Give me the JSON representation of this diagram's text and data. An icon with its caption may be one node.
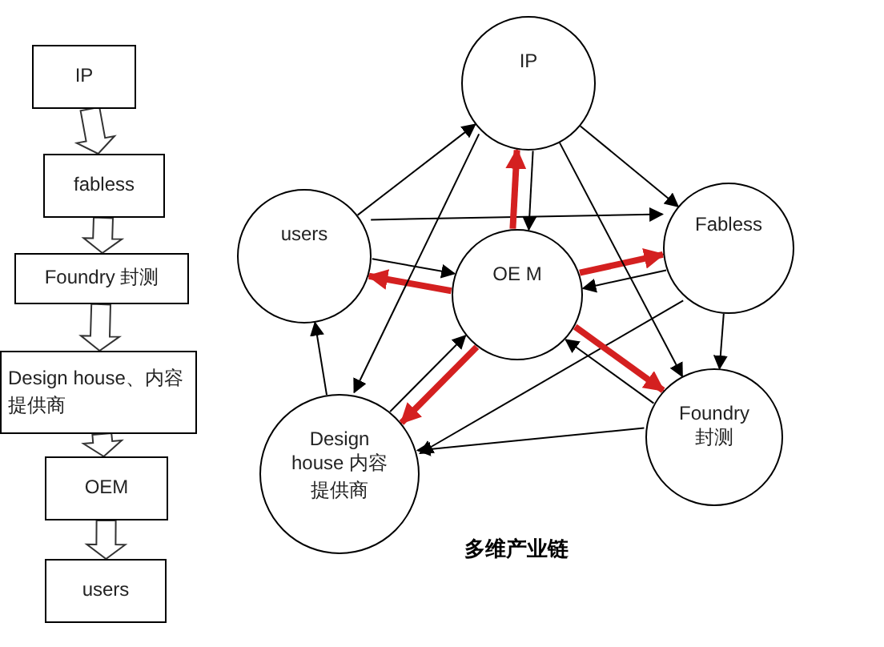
{
  "diagram": {
    "caption": "多维产业链",
    "nodes": [
      {
        "text": [
          "IP"
        ]
      },
      {
        "text": [
          "fabless"
        ]
      },
      {
        "text": [
          "Foundry 封测"
        ]
      },
      {
        "text": [
          "Design house、内容提供商"
        ]
      },
      {
        "text": [
          "OEM"
        ]
      },
      {
        "text": [
          "users"
        ]
      },
      {
        "text": [
          "IP"
        ]
      },
      {
        "text": [
          "users"
        ]
      },
      {
        "text": [
          "Fabless"
        ]
      },
      {
        "text": [
          "OE M"
        ]
      },
      {
        "text": [
          "Design house 内容提供商"
        ]
      },
      {
        "text": [
          "Foundry 封测"
        ]
      }
    ],
    "edges": [
      {
        "from": 0,
        "to": 1,
        "arrow": "to",
        "style": "thick"
      },
      {
        "from": 1,
        "to": 2,
        "arrow": "to",
        "style": "thick"
      },
      {
        "from": 2,
        "to": 3,
        "arrow": "to",
        "style": "thick"
      },
      {
        "from": 3,
        "to": 4,
        "arrow": "to",
        "style": "thick"
      },
      {
        "from": 4,
        "to": 5,
        "arrow": "to",
        "style": "thick"
      },
      {
        "from": 7,
        "to": 6,
        "arrow": "to"
      },
      {
        "from": 6,
        "to": 8,
        "arrow": "to"
      },
      {
        "from": 7,
        "to": 8,
        "arrow": "to"
      },
      {
        "from": 7,
        "to": 9,
        "arrow": "to"
      },
      {
        "from": 6,
        "to": 9,
        "arrow": "to"
      },
      {
        "from": 9,
        "to": 6,
        "arrow": "to",
        "style": "thick",
        "color": "#d42020"
      },
      {
        "from": 9,
        "to": 7,
        "arrow": "to",
        "style": "thick",
        "color": "#d42020"
      },
      {
        "from": 9,
        "to": 8,
        "arrow": "to",
        "style": "thick",
        "color": "#d42020"
      },
      {
        "from": 8,
        "to": 9,
        "arrow": "to"
      },
      {
        "from": 6,
        "to": 10,
        "arrow": "to"
      },
      {
        "from": 6,
        "to": 11,
        "arrow": "to"
      },
      {
        "from": 8,
        "to": 11,
        "arrow": "to"
      },
      {
        "from": 8,
        "to": 10,
        "arrow": "to"
      },
      {
        "from": 10,
        "to": 7,
        "arrow": "to"
      },
      {
        "from": 9,
        "to": 10,
        "arrow": "to",
        "style": "thick",
        "color": "#d42020"
      },
      {
        "from": 10,
        "to": 9,
        "arrow": "to"
      },
      {
        "from": 9,
        "to": 11,
        "arrow": "to",
        "style": "thick",
        "color": "#d42020"
      },
      {
        "from": 11,
        "to": 9,
        "arrow": "to"
      },
      {
        "from": 11,
        "to": 10,
        "arrow": "to"
      }
    ]
  }
}
